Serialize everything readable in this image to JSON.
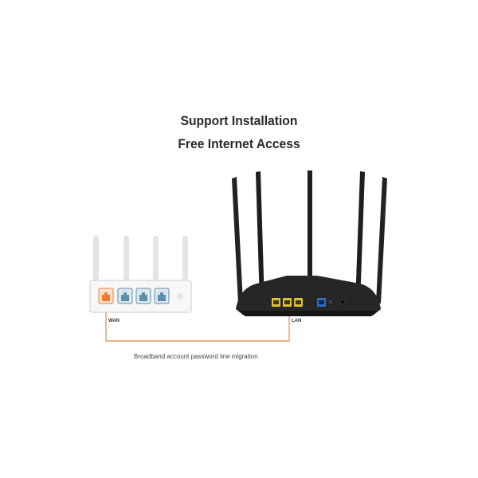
{
  "headline": {
    "line1": "Support Installation",
    "line2": "Free Internet Access"
  },
  "labels": {
    "wan": "WAN",
    "lan": "LAN"
  },
  "caption": "Broadband account password line migration",
  "colors": {
    "cable": "#e8864a",
    "wan_port": "#f07b2a",
    "lan_ports_old": "#5e8fa8",
    "lan_ports_new": "#d9c430",
    "wan_port_new": "#2b6fc9",
    "router_body": "#262626"
  }
}
